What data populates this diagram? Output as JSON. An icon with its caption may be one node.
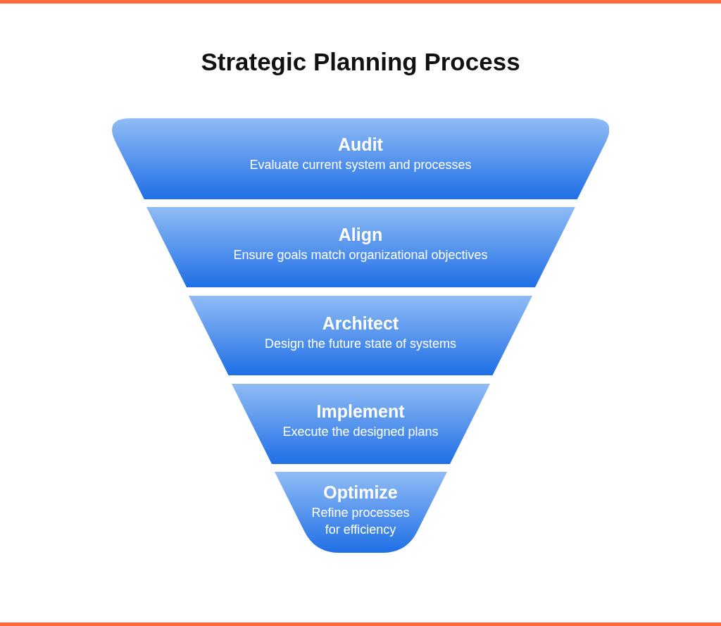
{
  "diagram": {
    "title": "Strategic Planning Process",
    "nodes": [
      {
        "text": [
          "Audit",
          "Evaluate current system and processes"
        ]
      },
      {
        "text": [
          "Align",
          "Ensure goals match organizational objectives"
        ]
      },
      {
        "text": [
          "Architect",
          "Design the future state of systems"
        ]
      },
      {
        "text": [
          "Implement",
          "Execute the designed plans"
        ]
      },
      {
        "text": [
          "Optimize",
          "Refine processes for efficiency"
        ]
      }
    ]
  }
}
